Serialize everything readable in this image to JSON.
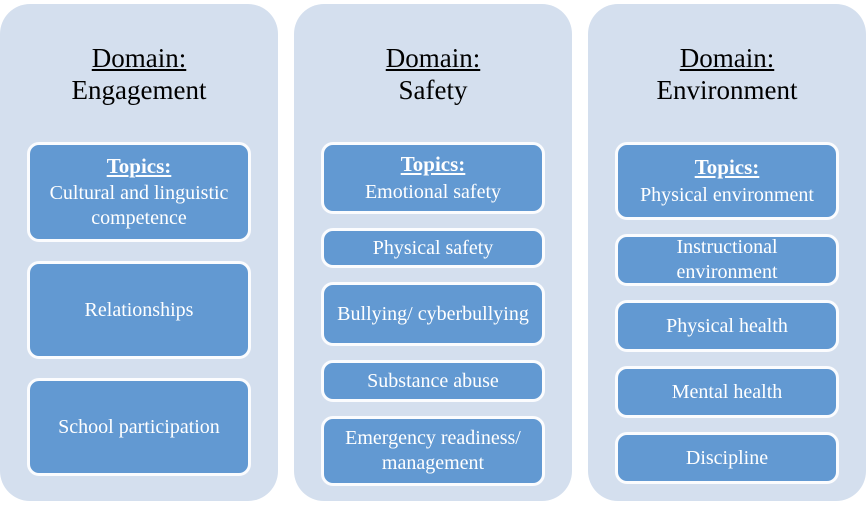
{
  "diagram": {
    "colors": {
      "panel_bg": "#D4DFEE",
      "box_bg": "#6299D2",
      "box_border": "#FBFCFE",
      "box_text": "#FFFFFF",
      "title_text": "#000000"
    },
    "columns": [
      {
        "domain_label": "Domain:",
        "domain_name": "Engagement",
        "topics_label": "Topics:",
        "first_topic": "Cultural and linguistic competence",
        "topics": [
          "Relationships",
          "School participation"
        ]
      },
      {
        "domain_label": "Domain:",
        "domain_name": "Safety",
        "topics_label": "Topics:",
        "first_topic": "Emotional safety",
        "topics": [
          "Physical safety",
          "Bullying/ cyberbullying",
          "Substance abuse",
          "Emergency readiness/ management"
        ]
      },
      {
        "domain_label": "Domain:",
        "domain_name": "Environment",
        "topics_label": "Topics:",
        "first_topic": "Physical environment",
        "topics": [
          "Instructional environment",
          "Physical health",
          "Mental health",
          "Discipline"
        ]
      }
    ]
  }
}
